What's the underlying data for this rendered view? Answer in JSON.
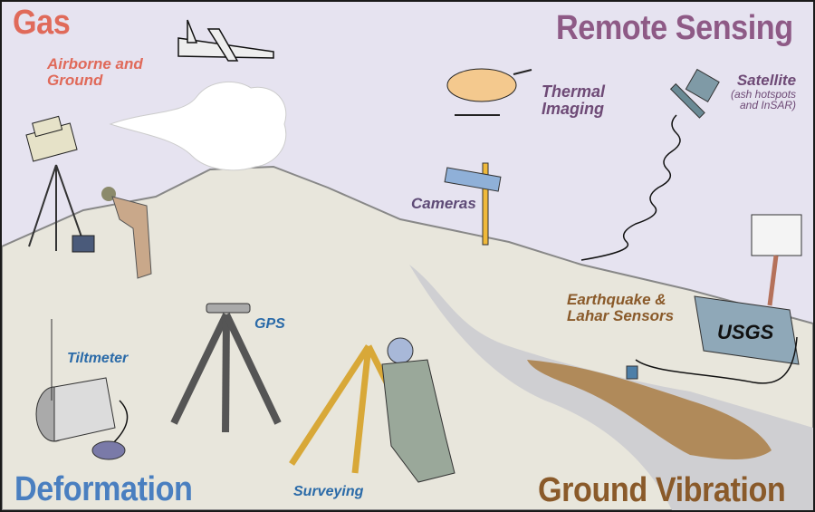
{
  "categories": {
    "gas": {
      "title": "Gas",
      "color": "#e06a5a"
    },
    "remote_sensing": {
      "title": "Remote Sensing",
      "color": "#8e5a86"
    },
    "deformation": {
      "title": "Deformation",
      "color": "#4a7fc0"
    },
    "ground_vibration": {
      "title": "Ground Vibration",
      "color": "#8a5a2a"
    }
  },
  "labels": {
    "airborne_ground_1": "Airborne and",
    "airborne_ground_2": "Ground",
    "thermal_1": "Thermal",
    "thermal_2": "Imaging",
    "satellite": "Satellite",
    "satellite_sub_1": "(ash hotspots",
    "satellite_sub_2": "and InSAR)",
    "cameras": "Cameras",
    "earthquake_1": "Earthquake &",
    "earthquake_2": "Lahar Sensors",
    "tiltmeter": "Tiltmeter",
    "gps": "GPS",
    "surveying": "Surveying",
    "usgs": "USGS"
  },
  "colors": {
    "sky": "#e6e3f0",
    "ground": "#e8e6dc",
    "lahar": "#b08a5a",
    "channel": "#c9c9cc"
  }
}
